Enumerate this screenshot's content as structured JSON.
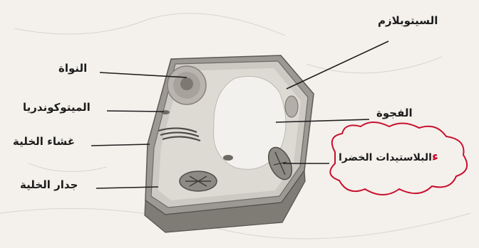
{
  "labels": {
    "nucleus": "النواة",
    "mitochondria": "الميتوكوندريا",
    "cell_membrane": "غشاء الخلية",
    "cell_wall": "جدار الخلية",
    "cytoplasm": "السيتوبلازم",
    "vacuole": "الفجوة",
    "chloroplasts": "البلاستيدات الخضرا"
  },
  "handwriting": {
    "suffix": "ء",
    "color": "#c8102e"
  }
}
